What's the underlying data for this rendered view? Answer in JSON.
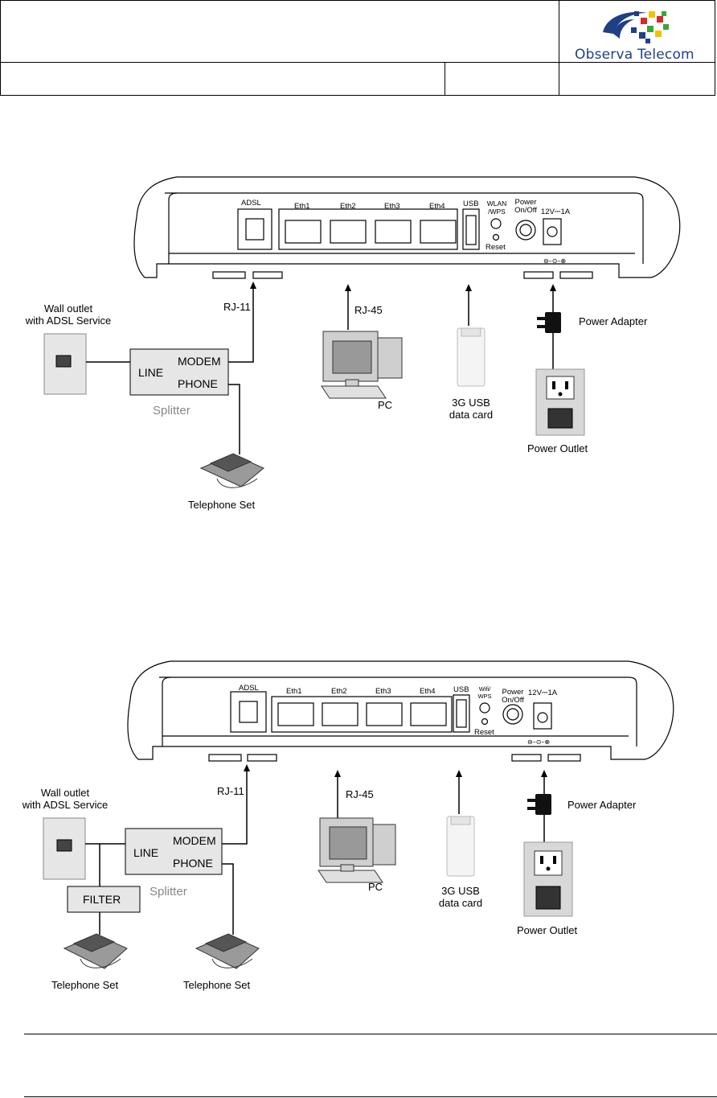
{
  "header": {
    "brand": "Observa Telecom",
    "brand_colors": {
      "blue": "#1f3f86",
      "red": "#d62a2a",
      "yellow": "#f2c200",
      "green": "#3aa43a"
    }
  },
  "diagram1": {
    "ports": {
      "adsl": "ADSL",
      "eth1": "Eth1",
      "eth2": "Eth2",
      "eth3": "Eth3",
      "eth4": "Eth4",
      "usb": "USB",
      "wlan": "WLAN\n/WPS",
      "reset": "Reset",
      "power": "Power\nOn/Off",
      "dc": "12V⎓1A"
    },
    "wall_outlet": "Wall outlet\nwith ADSL Service",
    "splitter_line": "LINE",
    "splitter_modem": "MODEM",
    "splitter_phone": "PHONE",
    "splitter": "Splitter",
    "rj11": "RJ-11",
    "rj45": "RJ-45",
    "pc": "PC",
    "usb_card": "3G USB\ndata card",
    "power_adapter": "Power Adapter",
    "power_outlet": "Power Outlet",
    "telephone": "Telephone Set"
  },
  "diagram2": {
    "ports": {
      "adsl": "ADSL",
      "eth1": "Eth1",
      "eth2": "Eth2",
      "eth3": "Eth3",
      "eth4": "Eth4",
      "usb": "USB",
      "wlan": "Wifi/\nWPS",
      "reset": "Reset",
      "power": "Power\nOn/Off",
      "dc": "12V⎓1A"
    },
    "wall_outlet": "Wall outlet\nwith ADSL Service",
    "splitter_line": "LINE",
    "splitter_modem": "MODEM",
    "splitter_phone": "PHONE",
    "splitter": "Splitter",
    "filter": "FILTER",
    "rj11": "RJ-11",
    "rj45": "RJ-45",
    "pc": "PC",
    "usb_card": "3G USB\ndata card",
    "power_adapter": "Power Adapter",
    "power_outlet": "Power Outlet",
    "telephone_1": "Telephone Set",
    "telephone_2": "Telephone Set"
  }
}
